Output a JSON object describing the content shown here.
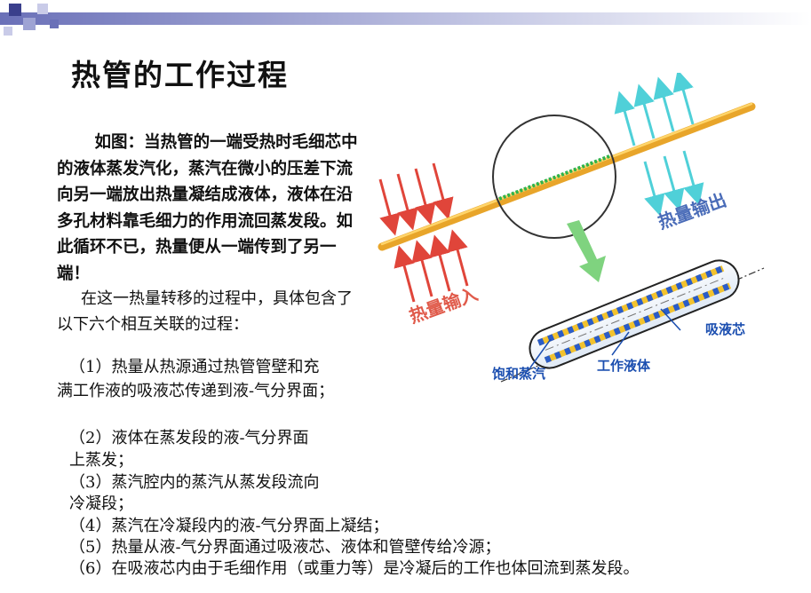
{
  "slide": {
    "title": "热管的工作过程",
    "intro_label": "如图：",
    "intro_text": "当热管的一端受热时毛细芯中的液体蒸发汽化，蒸汽在微小的压差下流向另一端放出热量凝结成液体，液体在沿多孔材料靠毛细力的作用流回蒸发段。如此循环不已，热量便从一端传到了另一端！",
    "overview": "在这一热量转移的过程中，具体包含了以下六个相互关联的过程：",
    "steps": [
      {
        "line1": "（1）热量从热源通过热管管壁和充",
        "line2": "满工作液的吸液芯传递到液-气分界面；"
      },
      {
        "line1": "（2）液体在蒸发段的液-气分界面",
        "line2": "上蒸发；"
      },
      {
        "line1": "（3）蒸汽腔内的蒸汽从蒸发段流向",
        "line2": "冷凝段；"
      },
      {
        "line1": "（4）蒸汽在冷凝段内的液-气分界面上凝结；"
      },
      {
        "line1": "（5）热量从液-气分界面通过吸液芯、液体和管壁传给冷源；"
      },
      {
        "line1": "（6）在吸液芯内由于毛细作用（或重力等）是冷凝后的工作也体回流到蒸发段。"
      }
    ]
  },
  "diagram": {
    "heat_in_label": "热量输入",
    "heat_out_label": "热量输出",
    "wick_label": "吸液芯",
    "working_fluid_label": "工作液体",
    "saturated_vapor_label": "饱和蒸汽",
    "colors": {
      "heat_in_arrow": "#e0453a",
      "heat_out_arrow": "#4fd0d8",
      "pipe": "#f0b030",
      "wick_inner": "#2fb34a",
      "magnify_arrow": "#7fd37f",
      "label_blue": "#1c4fb0",
      "label_red": "#e05a4a"
    }
  }
}
